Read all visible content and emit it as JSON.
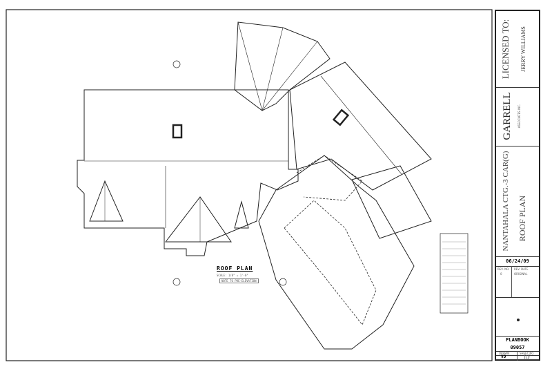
{
  "title_block": {
    "licensed_to_label": "LICENSED TO:",
    "licensee": "JERRY WILLIAMS",
    "brand": "GARRELL",
    "brand_sub": "ASSOCIATES INC.",
    "project": "NANTAHALA CTG.-3 CAR(G)",
    "sheet_title": "ROOF PLAN",
    "date": "06/24/09",
    "rev_headers": [
      "REV. NO.",
      "REV. DATE"
    ],
    "rev_row": [
      "0",
      "ORIGINAL"
    ],
    "planbook_label": "PLANBOOK",
    "plan_number": "09057",
    "drawn_label": "DRAWN",
    "sheet_no_label": "SHEET NO.",
    "drawn_by": "VD",
    "sheet_no": "RF"
  },
  "drawing": {
    "title": "ROOF PLAN",
    "scale": "SCALE: 1/8\" = 1'-0\"",
    "note": "NOTE TO PRE-ELEVATION"
  }
}
